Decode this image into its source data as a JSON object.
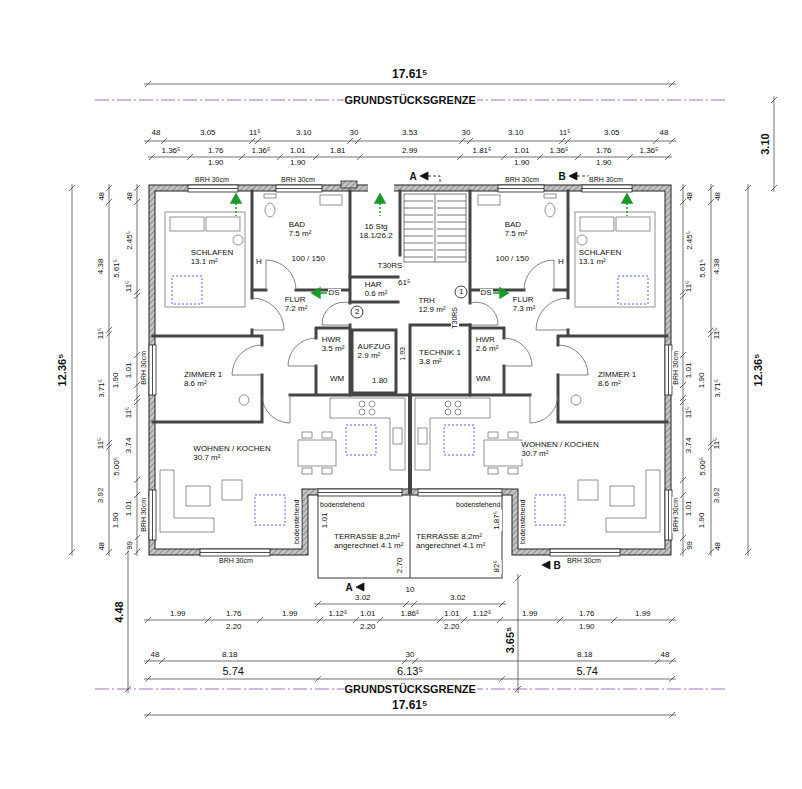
{
  "diagram": {
    "nodes": [
      {
        "text": [
          "BAD",
          "7.5 m²"
        ]
      },
      {
        "text": [
          "BAD",
          "7.5 m²"
        ]
      },
      {
        "text": [
          "SCHLAFEN",
          "13.1 m²"
        ]
      },
      {
        "text": [
          "SCHLAFEN",
          "13.1 m²"
        ]
      },
      {
        "text": [
          "HAR",
          "0.6 m²"
        ]
      },
      {
        "text": [
          "FLUR",
          "7.2 m²"
        ]
      },
      {
        "text": [
          "TRH",
          "12.9 m²"
        ]
      },
      {
        "text": [
          "FLUR",
          "7.3 m²"
        ]
      },
      {
        "text": [
          "HWR",
          "3.5 m²"
        ]
      },
      {
        "text": [
          "HWR",
          "2.6 m²"
        ]
      },
      {
        "text": [
          "AUFZUG",
          "2.9 m²"
        ]
      },
      {
        "text": [
          "TECHNIK 1",
          "3.8 m²"
        ]
      },
      {
        "text": [
          "ZIMMER 1",
          "8.6 m²"
        ]
      },
      {
        "text": [
          "ZIMMER 1",
          "8.6 m²"
        ]
      },
      {
        "text": [
          "WOHNEN / KOCHEN",
          "30.7 m²"
        ]
      },
      {
        "text": [
          "WOHNEN / KOCHEN",
          "30.7 m²"
        ]
      },
      {
        "text": [
          "TERRASSE 8,2m²",
          "angerechnet 4.1 m²"
        ]
      },
      {
        "text": [
          "TERRASSE 8,2m²",
          "angerechnet 4.1 m²"
        ]
      }
    ],
    "labels": [
      "17.61⁵",
      "GRUNDSTÜCKSGRENZE",
      "3.10",
      "48",
      "3.05",
      "11⁵",
      "3.10",
      "30",
      "3.53",
      "30",
      "3.10",
      "11⁵",
      "3.05",
      "48",
      "1.36⁵",
      "1.76",
      "1.36⁵",
      "1.01",
      "1.81",
      "2.99",
      "1.81⁵",
      "1.01",
      "1.36⁵",
      "1.76",
      "1.36⁵",
      "1.90",
      "1.90",
      "1.90",
      "1.90",
      "BRH 30cm",
      "BRH 30cm",
      "BRH 30cm",
      "BRH 30cm",
      "BRH 30cm",
      "BRH 30cm",
      "BRH 30cm",
      "BRH 30cm",
      "BRH 30cm",
      "BRH 30cm",
      "A",
      "B",
      "A",
      "B",
      "12.36⁵",
      "48",
      "4.38",
      "11⁵",
      "3.71⁵",
      "11⁵",
      "3.92",
      "48",
      "5.61⁵",
      "1.90",
      "5.00⁵",
      "1.90",
      "48",
      "2.45⁵",
      "11⁵",
      "1.01",
      "11⁵",
      "3.74",
      "1.01",
      "99",
      "12.36⁵",
      "48",
      "4.38",
      "11⁵",
      "3.71⁵",
      "11⁵",
      "3.92",
      "48",
      "5.61⁵",
      "1.90",
      "5.00⁵",
      "1.90",
      "48",
      "2.45⁵",
      "11⁵",
      "1.01",
      "11⁵",
      "3.74",
      "1.01",
      "99",
      "4.48",
      "1.99",
      "1.76",
      "1.99",
      "1.12⁵",
      "1.01",
      "1.86⁵",
      "1.01",
      "1.12⁵",
      "1.99",
      "1.76",
      "1.99",
      "2.20",
      "2.20",
      "2.20",
      "1.90",
      "3.65⁵",
      "48",
      "8.18",
      "30",
      "8.18",
      "48",
      "5.74",
      "6.13⁵",
      "5.74",
      "GRUNDSTÜCKSGRENZE",
      "17.61⁵",
      "3.02",
      "10",
      "3.02",
      "2.70",
      "1.01",
      "1.87⁵",
      "82⁵",
      "bodenstehend",
      "bodenstehend",
      "bodenstehend",
      "bodenstehend",
      "100 / 150",
      "100 / 150",
      "T30RS",
      "T30RS",
      "61⁵",
      "1.80",
      "1.93",
      "WM",
      "WM",
      "DS",
      "DS",
      "2",
      "1",
      "H",
      "H",
      "16 Stg 18.1/26.2"
    ]
  }
}
